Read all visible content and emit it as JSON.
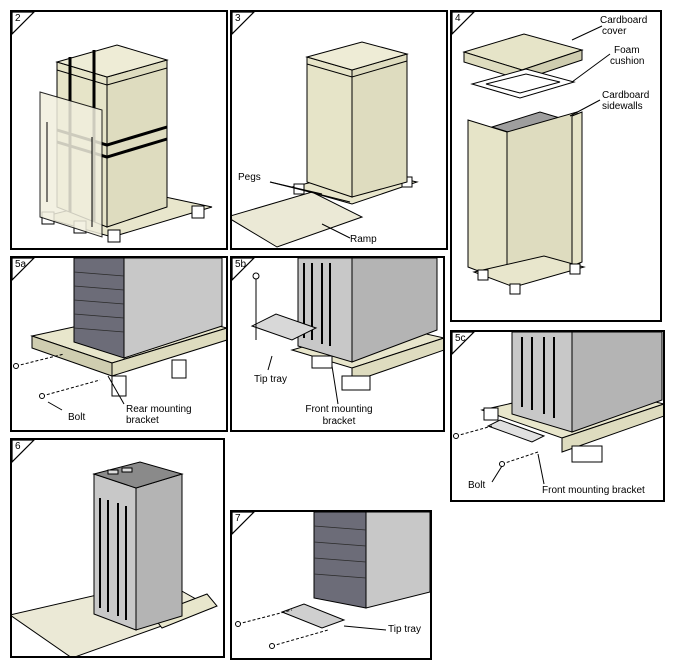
{
  "panels": {
    "p2": {
      "step": "2"
    },
    "p3": {
      "step": "3",
      "pegs": "Pegs",
      "ramp": "Ramp"
    },
    "p4": {
      "step": "4",
      "cover_l1": "Cardboard",
      "cover_l2": "cover",
      "foam_l1": "Foam",
      "foam_l2": "cushion",
      "side_l1": "Cardboard",
      "side_l2": "sidewalls"
    },
    "p5a": {
      "step": "5a",
      "bolt": "Bolt",
      "rear_l1": "Rear mounting",
      "rear_l2": "bracket"
    },
    "p5b": {
      "step": "5b",
      "tip": "Tip tray",
      "front_l1": "Front mounting",
      "front_l2": "bracket"
    },
    "p5c": {
      "step": "5c",
      "bolt": "Bolt",
      "front": "Front mounting bracket"
    },
    "p6": {
      "step": "6"
    },
    "p7": {
      "step": "7",
      "tip": "Tip tray"
    }
  },
  "colors": {
    "cardboard": "#e6e4c8",
    "cardboard_dark": "#cfcdb0",
    "cabinet": "#c8c8c8",
    "cabinet_dark": "#9e9e9e",
    "ramp": "#ebe9d6",
    "outline": "#000000"
  }
}
